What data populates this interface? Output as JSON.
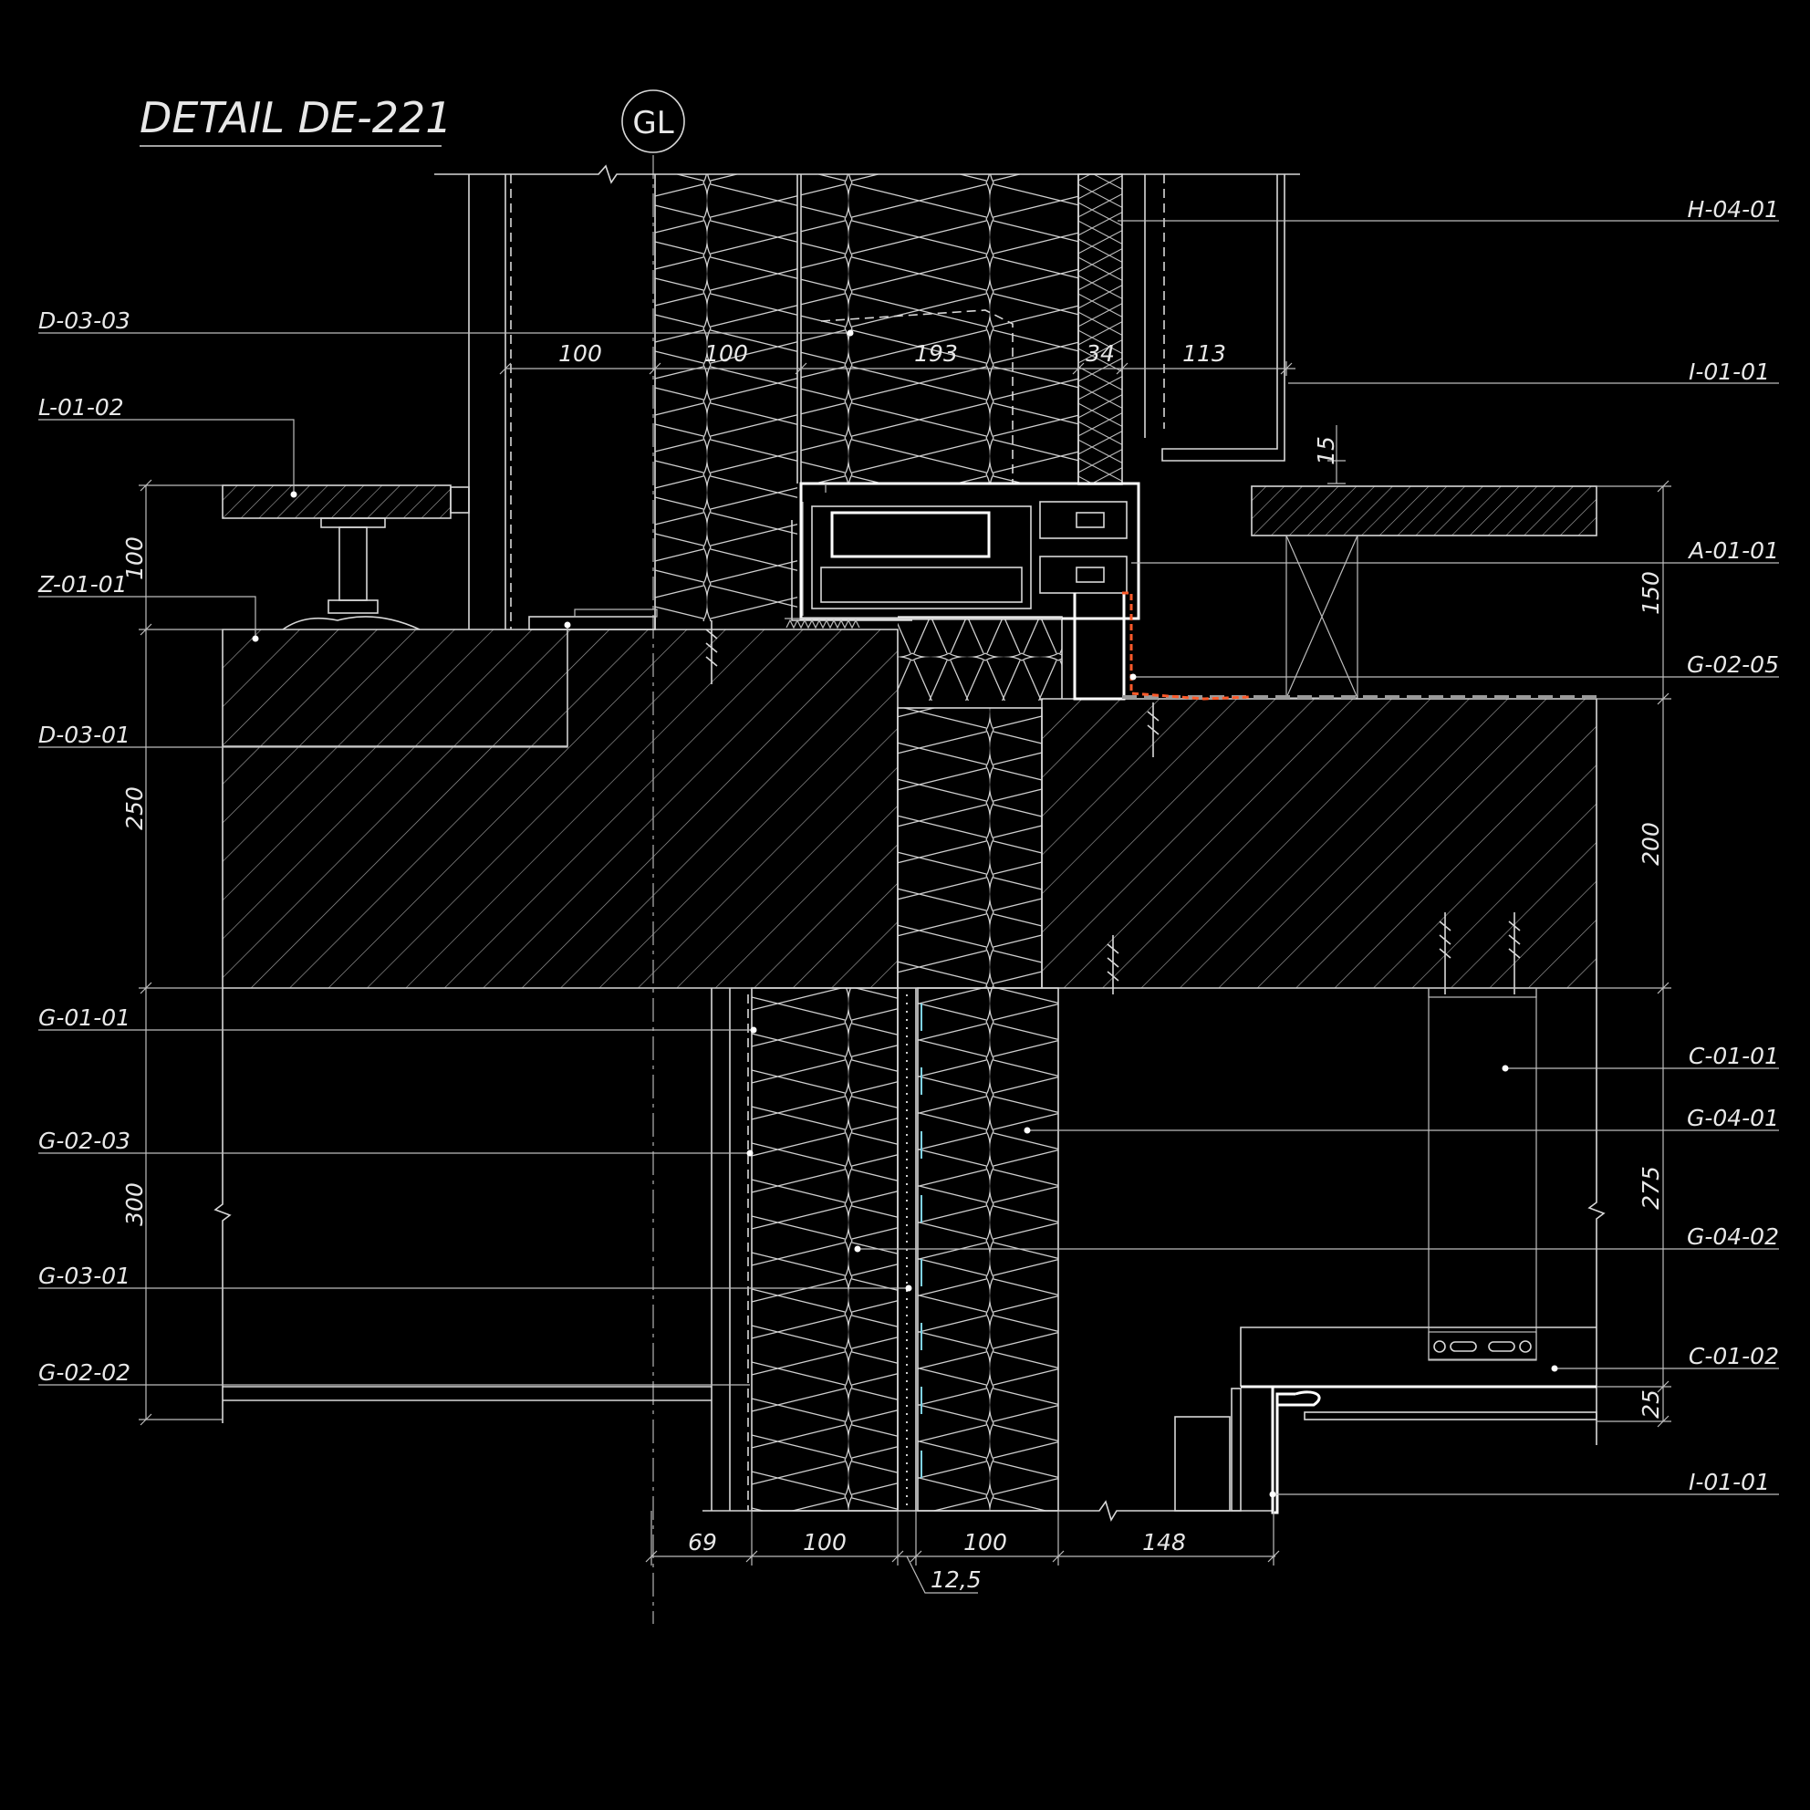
{
  "title": "DETAIL DE-221",
  "grid_bubble": "GL",
  "labels": {
    "h0401": "H-04-01",
    "d0303": "D-03-03",
    "i0101_top": "I-01-01",
    "l0102": "L-01-02",
    "a0101": "A-01-01",
    "z0101": "Z-01-01",
    "g0205": "G-02-05",
    "d0301": "D-03-01",
    "g0101": "G-01-01",
    "c0101": "C-01-01",
    "g0401": "G-04-01",
    "g0203": "G-02-03",
    "g0402": "G-04-02",
    "g0301": "G-03-01",
    "c0102": "C-01-02",
    "g0202": "G-02-02",
    "i0101_bottom": "I-01-01"
  },
  "dimensions": {
    "top_100a": "100",
    "top_100b": "100",
    "top_193": "193",
    "top_34": "34",
    "top_113": "113",
    "gap_15": "15",
    "left_100": "100",
    "left_250": "250",
    "left_300": "300",
    "right_150": "150",
    "right_200": "200",
    "right_275": "275",
    "right_25": "25",
    "bot_69": "69",
    "bot_100a": "100",
    "bot_100b": "100",
    "bot_148": "148",
    "bot_12_5": "12,5"
  }
}
